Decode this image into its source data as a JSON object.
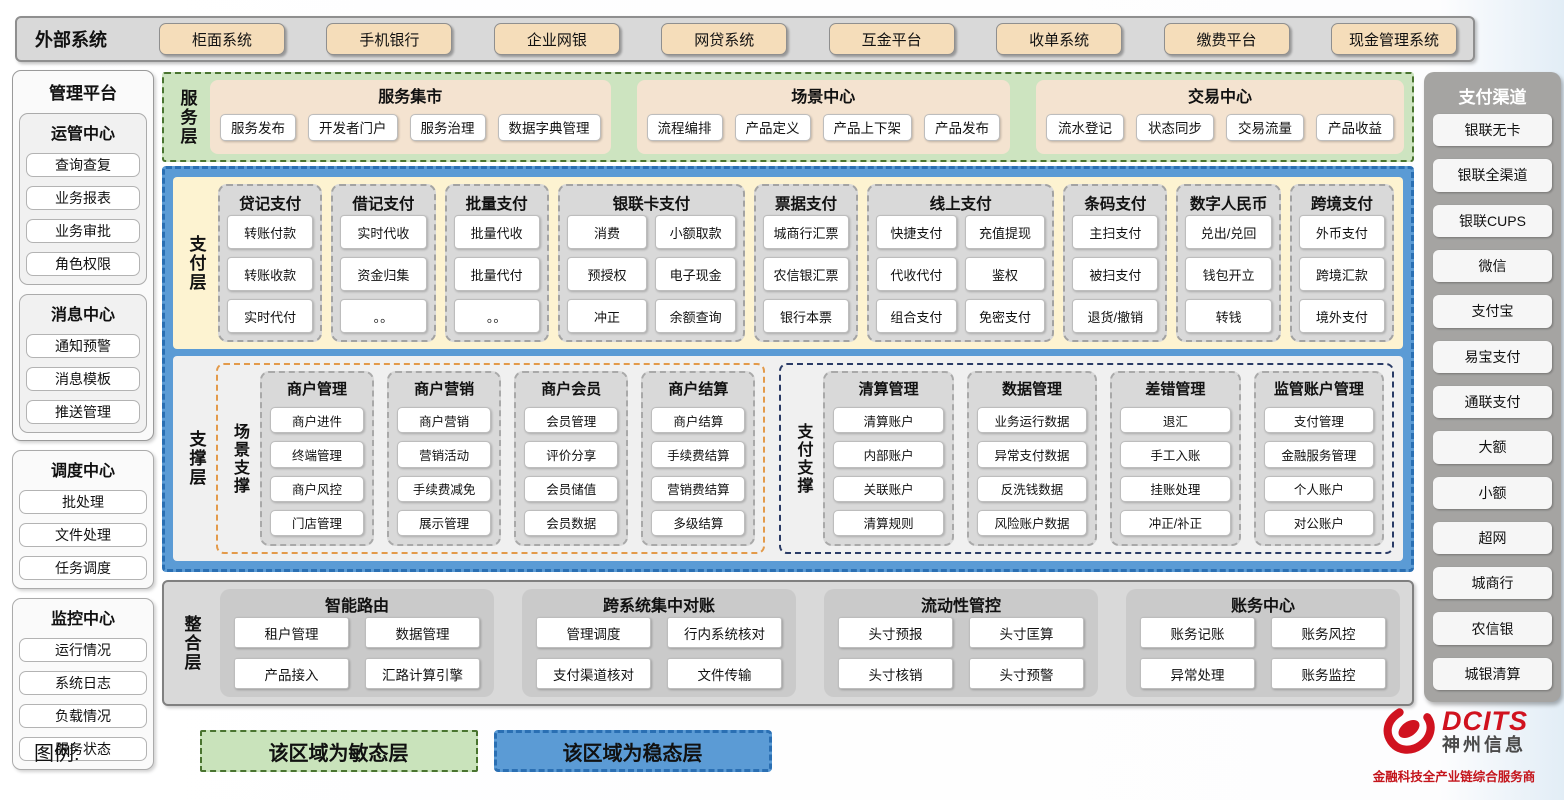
{
  "colors": {
    "stable_blue": "#5b9bd5",
    "agile_green": "#c9e3bb",
    "wheat": "#f5ddba",
    "panel_gray": "#d9d9d9",
    "scene_orange": "#e39a4a",
    "payment_navy": "#2a3b66",
    "brand_red": "#d0121f"
  },
  "external_systems": {
    "label": "外部系统",
    "items": [
      "柜面系统",
      "手机银行",
      "企业网银",
      "网贷系统",
      "互金平台",
      "收单系统",
      "缴费平台",
      "现金管理系统"
    ]
  },
  "management_platform": {
    "title": "管理平台",
    "sections": [
      {
        "title": "运管中心",
        "items": [
          "查询查复",
          "业务报表",
          "业务审批",
          "角色权限"
        ]
      },
      {
        "title": "消息中心",
        "items": [
          "通知预警",
          "消息模板",
          "推送管理"
        ]
      },
      {
        "title": "调度中心",
        "items": [
          "批处理",
          "文件处理",
          "任务调度"
        ]
      },
      {
        "title": "监控中心",
        "items": [
          "运行情况",
          "系统日志",
          "负载情况",
          "服务状态"
        ]
      }
    ]
  },
  "service_layer": {
    "label": "服务层",
    "groups": [
      {
        "title": "服务集市",
        "items": [
          "服务发布",
          "开发者门户",
          "服务治理",
          "数据字典管理"
        ]
      },
      {
        "title": "场景中心",
        "items": [
          "流程编排",
          "产品定义",
          "产品上下架",
          "产品发布"
        ]
      },
      {
        "title": "交易中心",
        "items": [
          "流水登记",
          "状态同步",
          "交易流量",
          "产品收益"
        ]
      }
    ]
  },
  "payment_layer": {
    "label": "支付层",
    "columns": [
      {
        "title": "贷记支付",
        "cols": 1,
        "items": [
          "转账付款",
          "转账收款",
          "实时代付"
        ]
      },
      {
        "title": "借记支付",
        "cols": 1,
        "items": [
          "实时代收",
          "资金归集",
          "。。"
        ]
      },
      {
        "title": "批量支付",
        "cols": 1,
        "items": [
          "批量代收",
          "批量代付",
          "。。"
        ]
      },
      {
        "title": "银联卡支付",
        "cols": 2,
        "items": [
          "消费",
          "小额取款",
          "预授权",
          "电子现金",
          "冲正",
          "余额查询"
        ]
      },
      {
        "title": "票据支付",
        "cols": 1,
        "items": [
          "城商行汇票",
          "农信银汇票",
          "银行本票"
        ]
      },
      {
        "title": "线上支付",
        "cols": 2,
        "items": [
          "快捷支付",
          "充值提现",
          "代收代付",
          "鉴权",
          "组合支付",
          "免密支付"
        ]
      },
      {
        "title": "条码支付",
        "cols": 1,
        "items": [
          "主扫支付",
          "被扫支付",
          "退货/撤销"
        ]
      },
      {
        "title": "数字人民币",
        "cols": 1,
        "items": [
          "兑出/兑回",
          "钱包开立",
          "转钱"
        ]
      },
      {
        "title": "跨境支付",
        "cols": 1,
        "items": [
          "外币支付",
          "跨境汇款",
          "境外支付"
        ]
      }
    ]
  },
  "support_layer": {
    "label": "支撑层",
    "groups": [
      {
        "label": "场景支撑",
        "accent": "orange",
        "columns": [
          {
            "title": "商户管理",
            "items": [
              "商户进件",
              "终端管理",
              "商户风控",
              "门店管理"
            ]
          },
          {
            "title": "商户营销",
            "items": [
              "商户营销",
              "营销活动",
              "手续费减免",
              "展示管理"
            ]
          },
          {
            "title": "商户会员",
            "items": [
              "会员管理",
              "评价分享",
              "会员储值",
              "会员数据"
            ]
          },
          {
            "title": "商户结算",
            "items": [
              "商户结算",
              "手续费结算",
              "营销费结算",
              "多级结算"
            ]
          }
        ]
      },
      {
        "label": "支付支撑",
        "accent": "navy",
        "columns": [
          {
            "title": "清算管理",
            "items": [
              "清算账户",
              "内部账户",
              "关联账户",
              "清算规则"
            ]
          },
          {
            "title": "数据管理",
            "items": [
              "业务运行数据",
              "异常支付数据",
              "反洗钱数据",
              "风险账户数据"
            ]
          },
          {
            "title": "差错管理",
            "items": [
              "退汇",
              "手工入账",
              "挂账处理",
              "冲正/补正"
            ]
          },
          {
            "title": "监管账户管理",
            "items": [
              "支付管理",
              "金融服务管理",
              "个人账户",
              "对公账户"
            ]
          }
        ]
      }
    ]
  },
  "integration_layer": {
    "label": "整合层",
    "groups": [
      {
        "title": "智能路由",
        "items": [
          "租户管理",
          "数据管理",
          "产品接入",
          "汇路计算引擎"
        ]
      },
      {
        "title": "跨系统集中对账",
        "items": [
          "管理调度",
          "行内系统核对",
          "支付渠道核对",
          "文件传输"
        ]
      },
      {
        "title": "流动性管控",
        "items": [
          "头寸预报",
          "头寸匡算",
          "头寸核销",
          "头寸预警"
        ]
      },
      {
        "title": "账务中心",
        "items": [
          "账务记账",
          "账务风控",
          "异常处理",
          "账务监控"
        ]
      }
    ]
  },
  "payment_channels": {
    "title": "支付渠道",
    "items": [
      "银联无卡",
      "银联全渠道",
      "银联CUPS",
      "微信",
      "支付宝",
      "易宝支付",
      "通联支付",
      "大额",
      "小额",
      "超网",
      "城商行",
      "农信银",
      "城银清算"
    ]
  },
  "legend": {
    "label": "图例:",
    "agile_label": "该区域为敏态层",
    "stable_label": "该区域为稳态层"
  },
  "logo": {
    "brand": "DCITS",
    "company": "神州信息",
    "tagline": "金融科技全产业链综合服务商"
  }
}
